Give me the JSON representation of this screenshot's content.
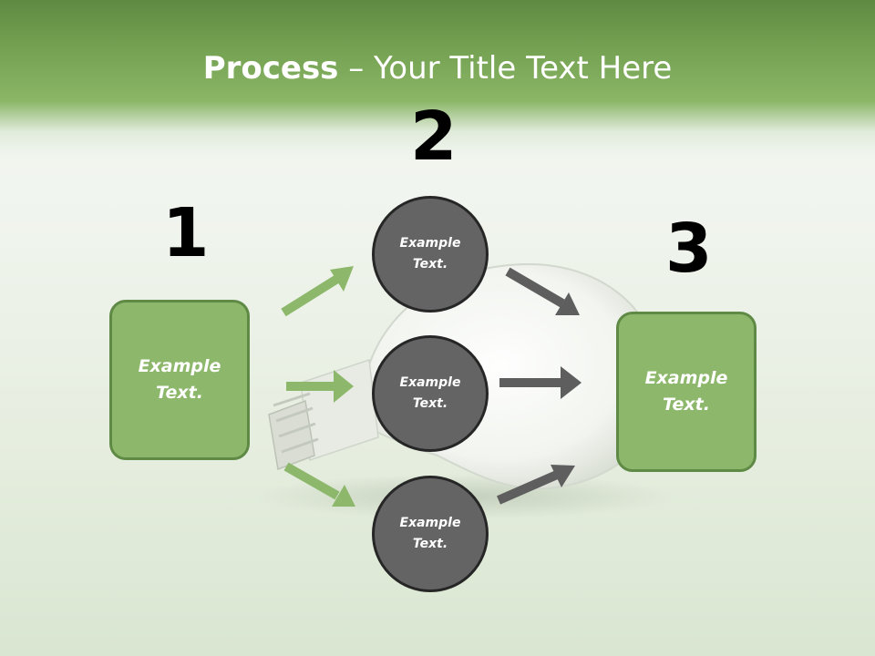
{
  "title": {
    "bold": "Process",
    "rest": " – Your Title Text Here"
  },
  "numbers": {
    "one": "1",
    "two": "2",
    "three": "3"
  },
  "left_box": {
    "text": "Example Text."
  },
  "right_box": {
    "text": "Example Text."
  },
  "circles": [
    {
      "text": "Example Text."
    },
    {
      "text": "Example Text."
    },
    {
      "text": "Example Text."
    }
  ],
  "colors": {
    "header_green": "#77a454",
    "box_fill": "#8db86b",
    "box_border": "#5f8a45",
    "circle_fill": "#646464",
    "circle_border": "#262626",
    "arrow_green": "#8db86b",
    "arrow_gray": "#5e5e5e"
  }
}
